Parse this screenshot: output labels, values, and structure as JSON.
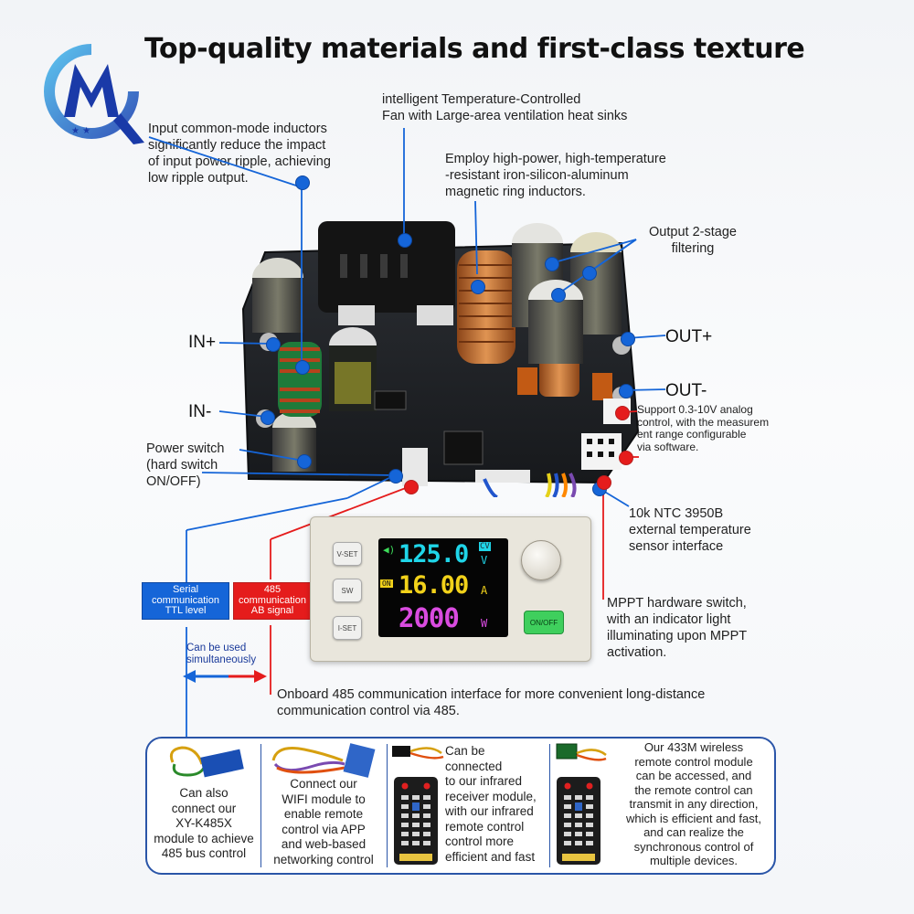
{
  "title": "Top-quality materials and first-class texture",
  "brand": {
    "logo_text": "M"
  },
  "callouts": {
    "inductors": "Input common-mode inductors\nsignificantly reduce the impact\nof input power ripple, achieving\nlow ripple output.",
    "fan": "intelligent Temperature-Controlled\nFan with Large-area ventilation heat sinks",
    "magnetic": "Employ high-power, high-temperature\n-resistant iron-silicon-aluminum\nmagnetic ring inductors.",
    "filtering": "Output 2-stage\nfiltering",
    "analog": "Support 0.3-10V analog\ncontrol, with the measurem\nent range configurable\nvia software.",
    "power_switch": "Power switch\n(hard switch\nON/OFF)",
    "ntc": "10k NTC 3950B\n external temperature\nsensor interface",
    "mppt": "MPPT hardware switch,\nwith an indicator light\nilluminating upon MPPT\nactivation.",
    "onboard485": "Onboard 485 communication interface for more convenient long-distance\ncommunication control via 485."
  },
  "terminals": {
    "in_plus": "IN+",
    "in_minus": "IN-",
    "out_plus": "OUT+",
    "out_minus": "OUT-"
  },
  "tags": {
    "serial": "Serial\ncommunication\nTTL level",
    "rs485": "485\ncommunication\nAB signal",
    "simultaneous": "Can be used\nsimultaneously"
  },
  "display": {
    "voltage": "125.0",
    "voltage_unit": "V",
    "cv": "CV",
    "current": "16.00",
    "current_unit": "A",
    "power": "2000",
    "power_unit": "W",
    "on_badge": "ON",
    "buttons": {
      "vset": "V-SET",
      "sw": "SW",
      "iset": "I-SET",
      "onoff": "ON/OFF"
    }
  },
  "modules": [
    {
      "text": "Can also\nconnect our\nXY-K485X\nmodule to achieve\n485 bus control"
    },
    {
      "text": "Connect our\nWIFI module to\nenable remote\ncontrol via APP\nand web-based\nnetworking control"
    },
    {
      "text": "Can be\nconnected\nto our infrared\nreceiver module,\nwith our infrared\nremote control\ncontrol more\nefficient and fast"
    },
    {
      "text": "Our 433M wireless\nremote control module\ncan be accessed, and\nthe remote control can\ntransmit in any direction,\nwhich is efficient and fast,\n and can realize the\nsynchronous control of\nmultiple devices."
    }
  ],
  "colors": {
    "blue": "#1565d8",
    "red": "#e51c1c",
    "panel_border": "#2a55a8",
    "lcd_cyan": "#1fd5e8",
    "lcd_yellow": "#f2d21a",
    "lcd_magenta": "#d94be0"
  }
}
